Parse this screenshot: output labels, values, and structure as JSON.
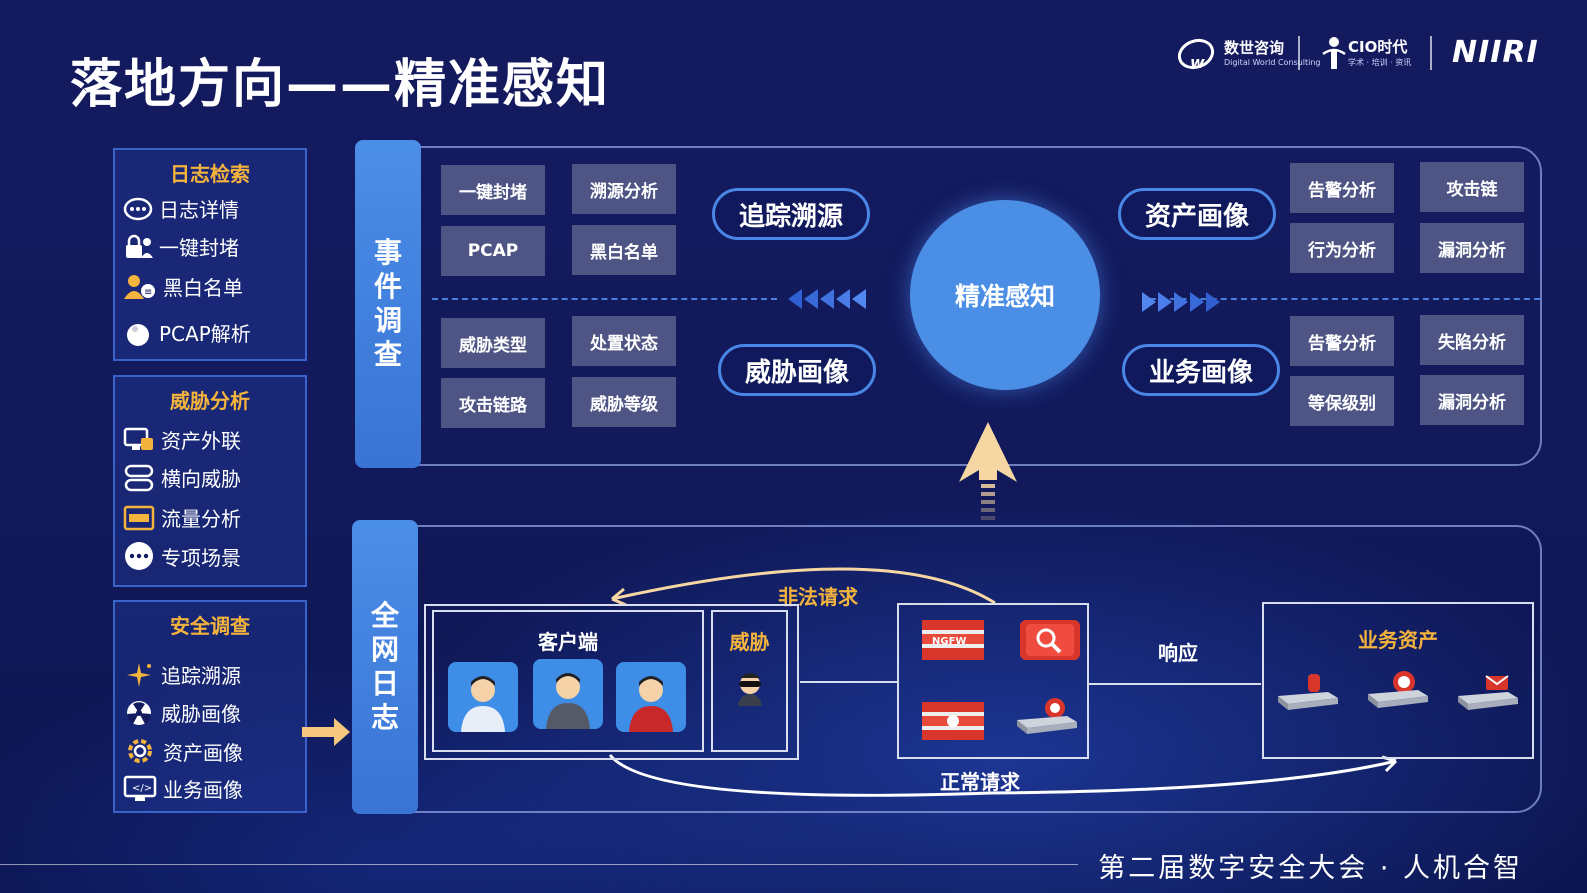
{
  "title": "落地方向——精准感知",
  "logos": {
    "dw": {
      "name": "数世咨询",
      "sub": "Digital World Consulting"
    },
    "cio": {
      "name": "CIO时代",
      "sub": "学术 · 培训 · 资讯"
    },
    "niiri": {
      "name": "NIIRI"
    }
  },
  "left_panels": [
    {
      "heading": "日志检索",
      "items": [
        {
          "icon": "chat-bubble-icon",
          "label": "日志详情"
        },
        {
          "icon": "lock-user-icon",
          "label": "一键封堵"
        },
        {
          "icon": "user-list-icon",
          "label": "黑白名单"
        },
        {
          "icon": "hand-tap-icon",
          "label": "PCAP解析"
        }
      ]
    },
    {
      "heading": "威胁分析",
      "items": [
        {
          "icon": "monitor-link-icon",
          "label": "资产外联"
        },
        {
          "icon": "server-stack-icon",
          "label": "横向威胁"
        },
        {
          "icon": "http-window-icon",
          "label": "流量分析"
        },
        {
          "icon": "more-dots-icon",
          "label": "专项场景"
        }
      ]
    },
    {
      "heading": "安全调查",
      "items": [
        {
          "icon": "sparkle-icon",
          "label": "追踪溯源"
        },
        {
          "icon": "radiation-icon",
          "label": "威胁画像"
        },
        {
          "icon": "gear-cog-icon",
          "label": "资产画像"
        },
        {
          "icon": "monitor-code-icon",
          "label": "业务画像"
        }
      ]
    }
  ],
  "top_section": {
    "label": "事件调查",
    "left_tiles": [
      "一键封堵",
      "溯源分析",
      "PCAP",
      "黑白名单",
      "威胁类型",
      "处置状态",
      "攻击链路",
      "威胁等级"
    ],
    "right_tiles": [
      "告警分析",
      "攻击链",
      "行为分析",
      "漏洞分析",
      "告警分析",
      "失陷分析",
      "等保级别",
      "漏洞分析"
    ],
    "pills": {
      "trace": "追踪溯源",
      "threat": "威胁画像",
      "asset": "资产画像",
      "business": "业务画像"
    },
    "core": "精准感知"
  },
  "bottom_section": {
    "label": "全网日志",
    "illegal_request": "非法请求",
    "normal_request": "正常请求",
    "response": "响应",
    "client": "客户端",
    "threat": "威胁",
    "business_assets": "业务资产",
    "ngfw_label": "NGFW"
  },
  "footer": "第二届数字安全大会 · 人机合智",
  "colors": {
    "accent_blue": "#4b8ee6",
    "gold": "#f3b33d",
    "tile_grey": "#4e5585",
    "red_device": "#d9362b"
  }
}
